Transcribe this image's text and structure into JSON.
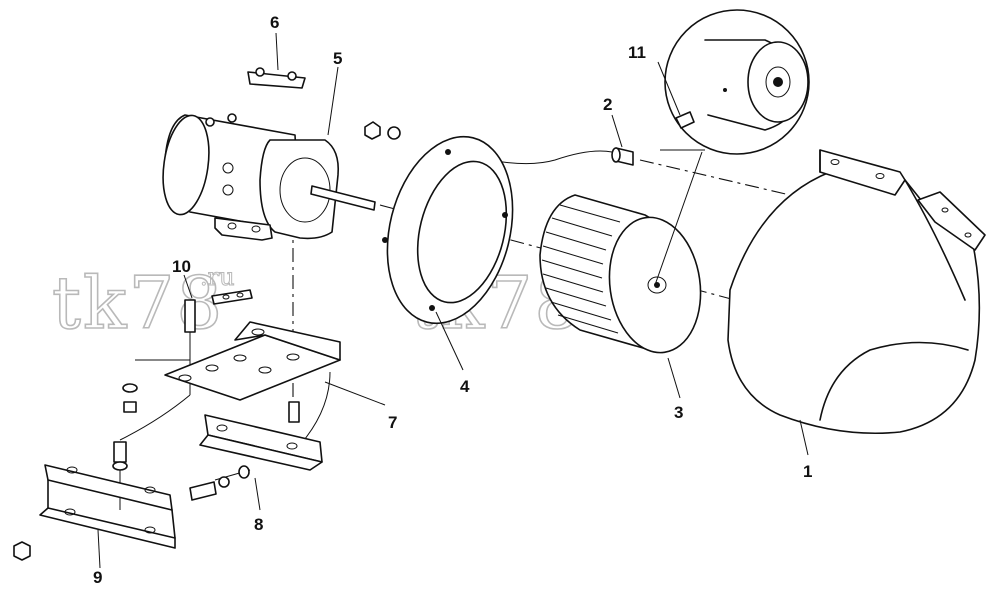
{
  "watermark": {
    "main": "tk78",
    "sup": ".ru"
  },
  "parts": [
    {
      "key": "blower_housing",
      "number": "1"
    },
    {
      "key": "spacer",
      "number": "2"
    },
    {
      "key": "blower_wheel",
      "number": "3"
    },
    {
      "key": "mounting_ring",
      "number": "4"
    },
    {
      "key": "motor",
      "number": "5"
    },
    {
      "key": "terminal_strip",
      "number": "6"
    },
    {
      "key": "motor_bracket",
      "number": "7"
    },
    {
      "key": "angle_bracket",
      "number": "8"
    },
    {
      "key": "base_bracket",
      "number": "9"
    },
    {
      "key": "clip",
      "number": "10"
    },
    {
      "key": "set_screw",
      "number": "11"
    }
  ]
}
